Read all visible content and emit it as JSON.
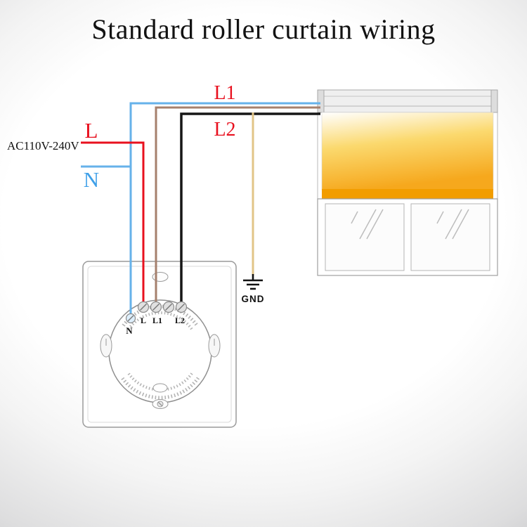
{
  "title": "Standard roller curtain wiring",
  "supply": {
    "voltage": "AC110V-240V",
    "live": "L",
    "neutral": "N"
  },
  "wire_labels": {
    "l1": "L1",
    "l2": "L2",
    "ground": "GND"
  },
  "switch_terminals": {
    "n": "N",
    "l": "L",
    "l1": "L1",
    "l2": "L2"
  },
  "colors": {
    "live": "#e8101e",
    "neutral": "#66b2ea",
    "l1": "#a5806d",
    "l2": "#161616",
    "ground": "#e2c487",
    "label_red": "#e8101e",
    "label_blue": "#3fa0e8",
    "text_dark": "#111111",
    "shade_top": "#ffffff",
    "shade_mid": "#fbd96e",
    "shade_bottom": "#f6a81d",
    "hem": "#f29d00",
    "frame": "#9a9a9a"
  }
}
